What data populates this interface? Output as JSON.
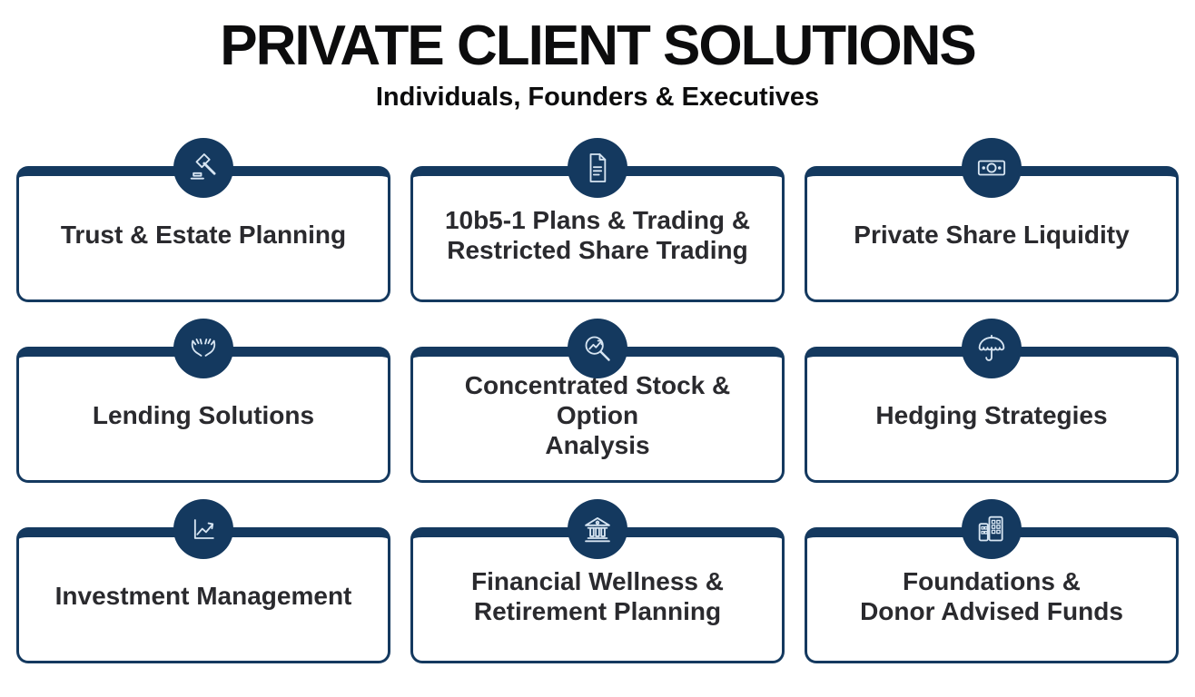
{
  "page": {
    "title": "PRIVATE CLIENT SOLUTIONS",
    "subtitle": "Individuals, Founders & Executives"
  },
  "colors": {
    "navy": "#14395f",
    "icon_stroke": "#d7e5f2",
    "title_text": "#0c0c0d",
    "card_text": "#2a2a2e",
    "background": "#ffffff"
  },
  "cards": [
    {
      "label": "Trust & Estate Planning",
      "icon": "gavel-icon"
    },
    {
      "label": "10b5-1 Plans & Trading &\nRestricted Share Trading",
      "icon": "document-icon"
    },
    {
      "label": "Private Share Liquidity",
      "icon": "banknote-icon"
    },
    {
      "label": "Lending Solutions",
      "icon": "giving-hands-icon"
    },
    {
      "label": "Concentrated Stock & Option\nAnalysis",
      "icon": "magnifier-trend-icon"
    },
    {
      "label": "Hedging Strategies",
      "icon": "umbrella-icon"
    },
    {
      "label": "Investment Management",
      "icon": "growth-chart-icon"
    },
    {
      "label": "Financial Wellness &\nRetirement Planning",
      "icon": "bank-icon"
    },
    {
      "label": "Foundations &\nDonor Advised Funds",
      "icon": "buildings-icon"
    }
  ]
}
